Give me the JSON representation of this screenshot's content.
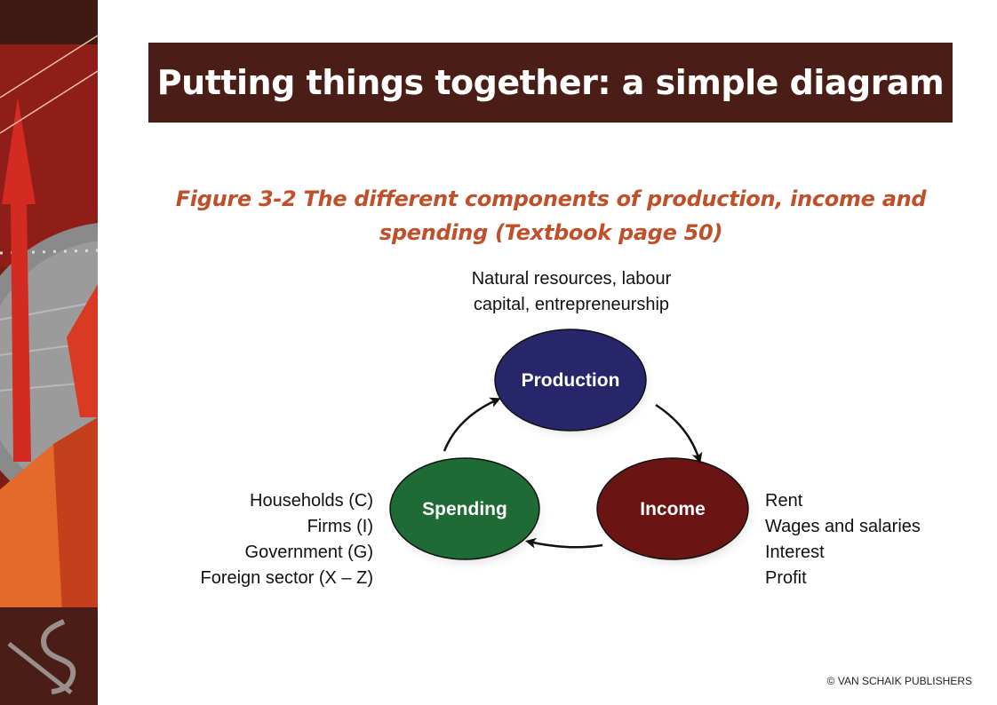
{
  "slide": {
    "title": "Putting things together: a simple diagram",
    "caption_line1": "Figure 3-2 The different components of production, income and",
    "caption_line2": "spending (Textbook page 50)",
    "copyright": "© VAN SCHAIK PUBLISHERS"
  },
  "diagram": {
    "inputs_line1": "Natural resources, labour",
    "inputs_line2": "capital, entrepreneurship",
    "nodes": {
      "production": "Production",
      "income": "Income",
      "spending": "Spending"
    },
    "spending_items": [
      "Households (C)",
      "Firms (I)",
      "Government (G)",
      "Foreign sector (X – Z)"
    ],
    "income_items": [
      "Rent",
      "Wages and salaries",
      "Interest",
      "Profit"
    ]
  },
  "colors": {
    "title_bar": "#4a1e16",
    "caption": "#c0502a",
    "production": "#27266b",
    "income": "#6b1414",
    "spending": "#1e6b36"
  }
}
